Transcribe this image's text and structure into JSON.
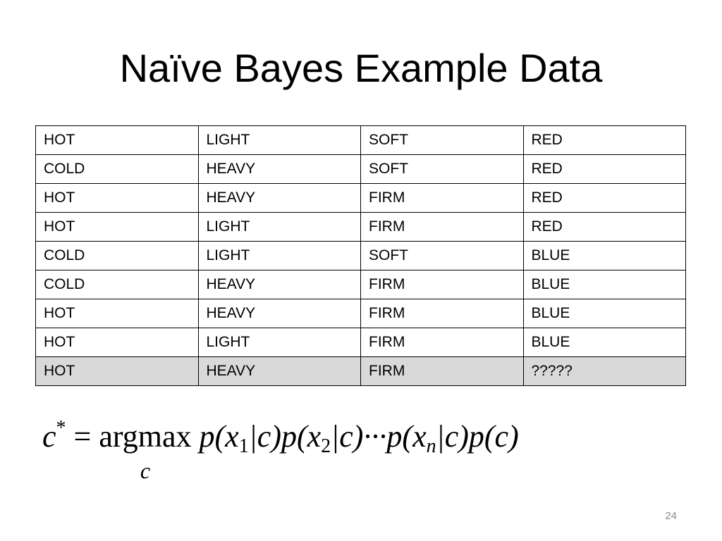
{
  "slide": {
    "title": "Naïve Bayes Example Data",
    "page_number": "24"
  },
  "table": {
    "rows": [
      [
        "HOT",
        "LIGHT",
        "SOFT",
        "RED"
      ],
      [
        "COLD",
        "HEAVY",
        "SOFT",
        "RED"
      ],
      [
        "HOT",
        "HEAVY",
        "FIRM",
        "RED"
      ],
      [
        "HOT",
        "LIGHT",
        "FIRM",
        "RED"
      ],
      [
        "COLD",
        "LIGHT",
        "SOFT",
        "BLUE"
      ],
      [
        "COLD",
        "HEAVY",
        "FIRM",
        "BLUE"
      ],
      [
        "HOT",
        "HEAVY",
        "FIRM",
        "BLUE"
      ],
      [
        "HOT",
        "LIGHT",
        "FIRM",
        "BLUE"
      ],
      [
        "HOT",
        "HEAVY",
        "FIRM",
        "?????"
      ]
    ],
    "highlight_color": "#d9d9d9"
  },
  "formula": {
    "lhs": "c",
    "lhs_sup": "*",
    "equals": "=",
    "operator": "argmax",
    "operator_under": "c",
    "t1": "p(x",
    "s1": "1",
    "t2": "|c)p(x",
    "s2": "2",
    "t3": "|c)···p(x",
    "s3": "n",
    "t4": "|c)p(c)"
  }
}
